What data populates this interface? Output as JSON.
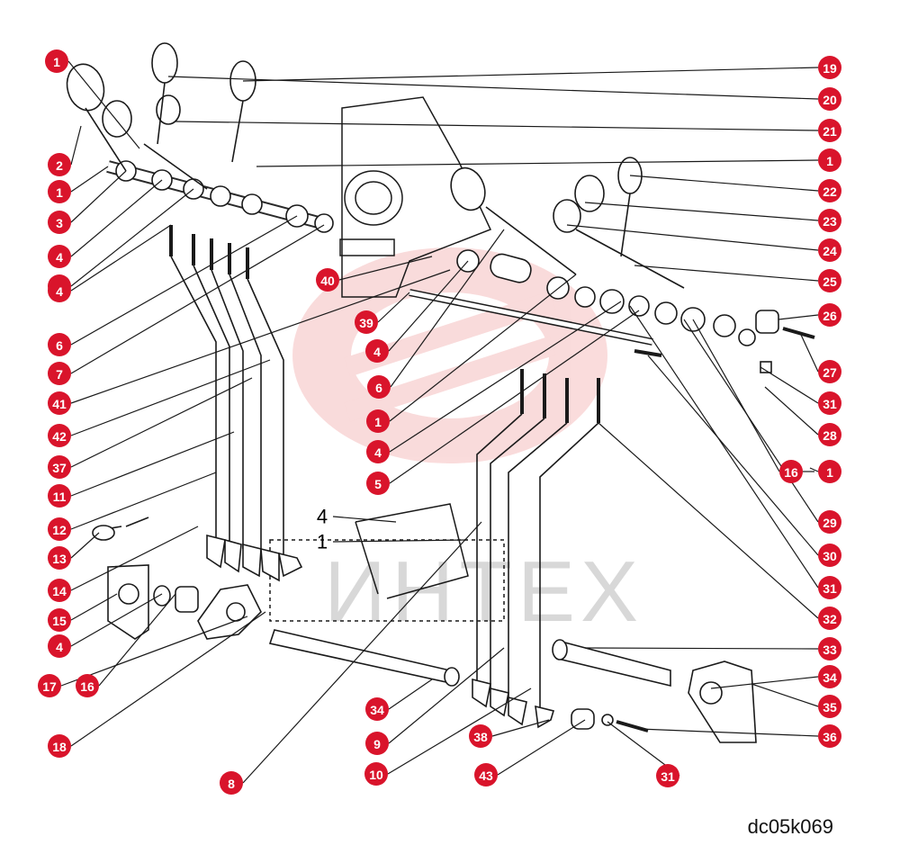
{
  "diagram": {
    "code": "dc05k069",
    "watermark_text": "ИНТЕХ",
    "badge_color": "#d9142b",
    "line_color": "#1a1a1a",
    "callouts_left": [
      "1",
      "2",
      "1",
      "3",
      "4",
      "5",
      "4",
      "6",
      "7",
      "41",
      "42",
      "37",
      "11",
      "12",
      "13",
      "14",
      "15",
      "4",
      "17",
      "16",
      "18"
    ],
    "callouts_right": [
      "19",
      "20",
      "21",
      "1",
      "22",
      "23",
      "24",
      "25",
      "26",
      "27",
      "31",
      "28",
      "16",
      "1",
      "29",
      "30",
      "31",
      "32",
      "33",
      "34",
      "35",
      "36"
    ],
    "callouts_center": [
      "40",
      "39",
      "4",
      "6",
      "1",
      "4",
      "5",
      "34",
      "9",
      "38",
      "10",
      "43",
      "31",
      "8"
    ],
    "plain_labels": [
      "4",
      "1"
    ]
  }
}
